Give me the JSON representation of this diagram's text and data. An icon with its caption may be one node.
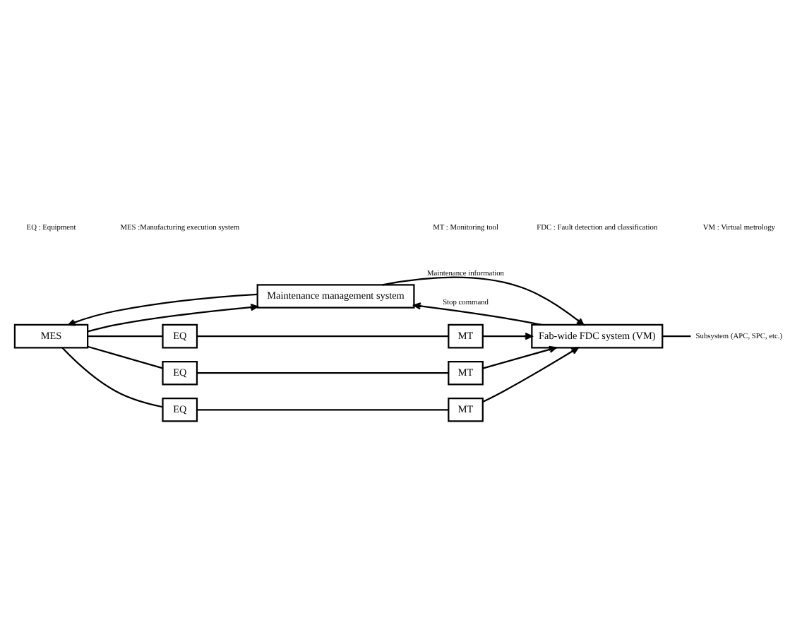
{
  "diagram": {
    "nodes": [
      {
        "text": [
          "MES"
        ]
      },
      {
        "text": [
          "Maintenance management system"
        ]
      },
      {
        "text": [
          "EQ"
        ]
      },
      {
        "text": [
          "MT"
        ]
      },
      {
        "text": [
          "EQ"
        ]
      },
      {
        "text": [
          "MT"
        ]
      },
      {
        "text": [
          "EQ"
        ]
      },
      {
        "text": [
          "MT"
        ]
      },
      {
        "text": [
          "Fab-wide FDC system (VM)"
        ]
      },
      {
        "text": [
          "Subsystem (APC, SPC, etc.)"
        ]
      }
    ],
    "edges": [
      {
        "from": 0,
        "to": 1,
        "arrow": "to"
      },
      {
        "from": 1,
        "to": 0,
        "arrow": "to"
      },
      {
        "from": 1,
        "to": 8,
        "arrow": "to",
        "label": "Maintenance information"
      },
      {
        "from": 8,
        "to": 1,
        "arrow": "to",
        "label": "Stop command"
      },
      {
        "from": 0,
        "to": 2,
        "arrow": "none"
      },
      {
        "from": 0,
        "to": 4,
        "arrow": "none"
      },
      {
        "from": 0,
        "to": 6,
        "arrow": "none"
      },
      {
        "from": 2,
        "to": 3,
        "arrow": "none"
      },
      {
        "from": 4,
        "to": 5,
        "arrow": "none"
      },
      {
        "from": 6,
        "to": 7,
        "arrow": "none"
      },
      {
        "from": 3,
        "to": 8,
        "arrow": "to"
      },
      {
        "from": 5,
        "to": 8,
        "arrow": "to"
      },
      {
        "from": 7,
        "to": 8,
        "arrow": "to"
      },
      {
        "from": 8,
        "to": 9,
        "arrow": "none"
      }
    ],
    "labels": [
      "EQ : Equipment",
      "MES :Manufacturing execution system",
      "MT : Monitoring tool",
      "FDC : Fault detection and classification",
      "VM : Virtual metrology"
    ]
  }
}
